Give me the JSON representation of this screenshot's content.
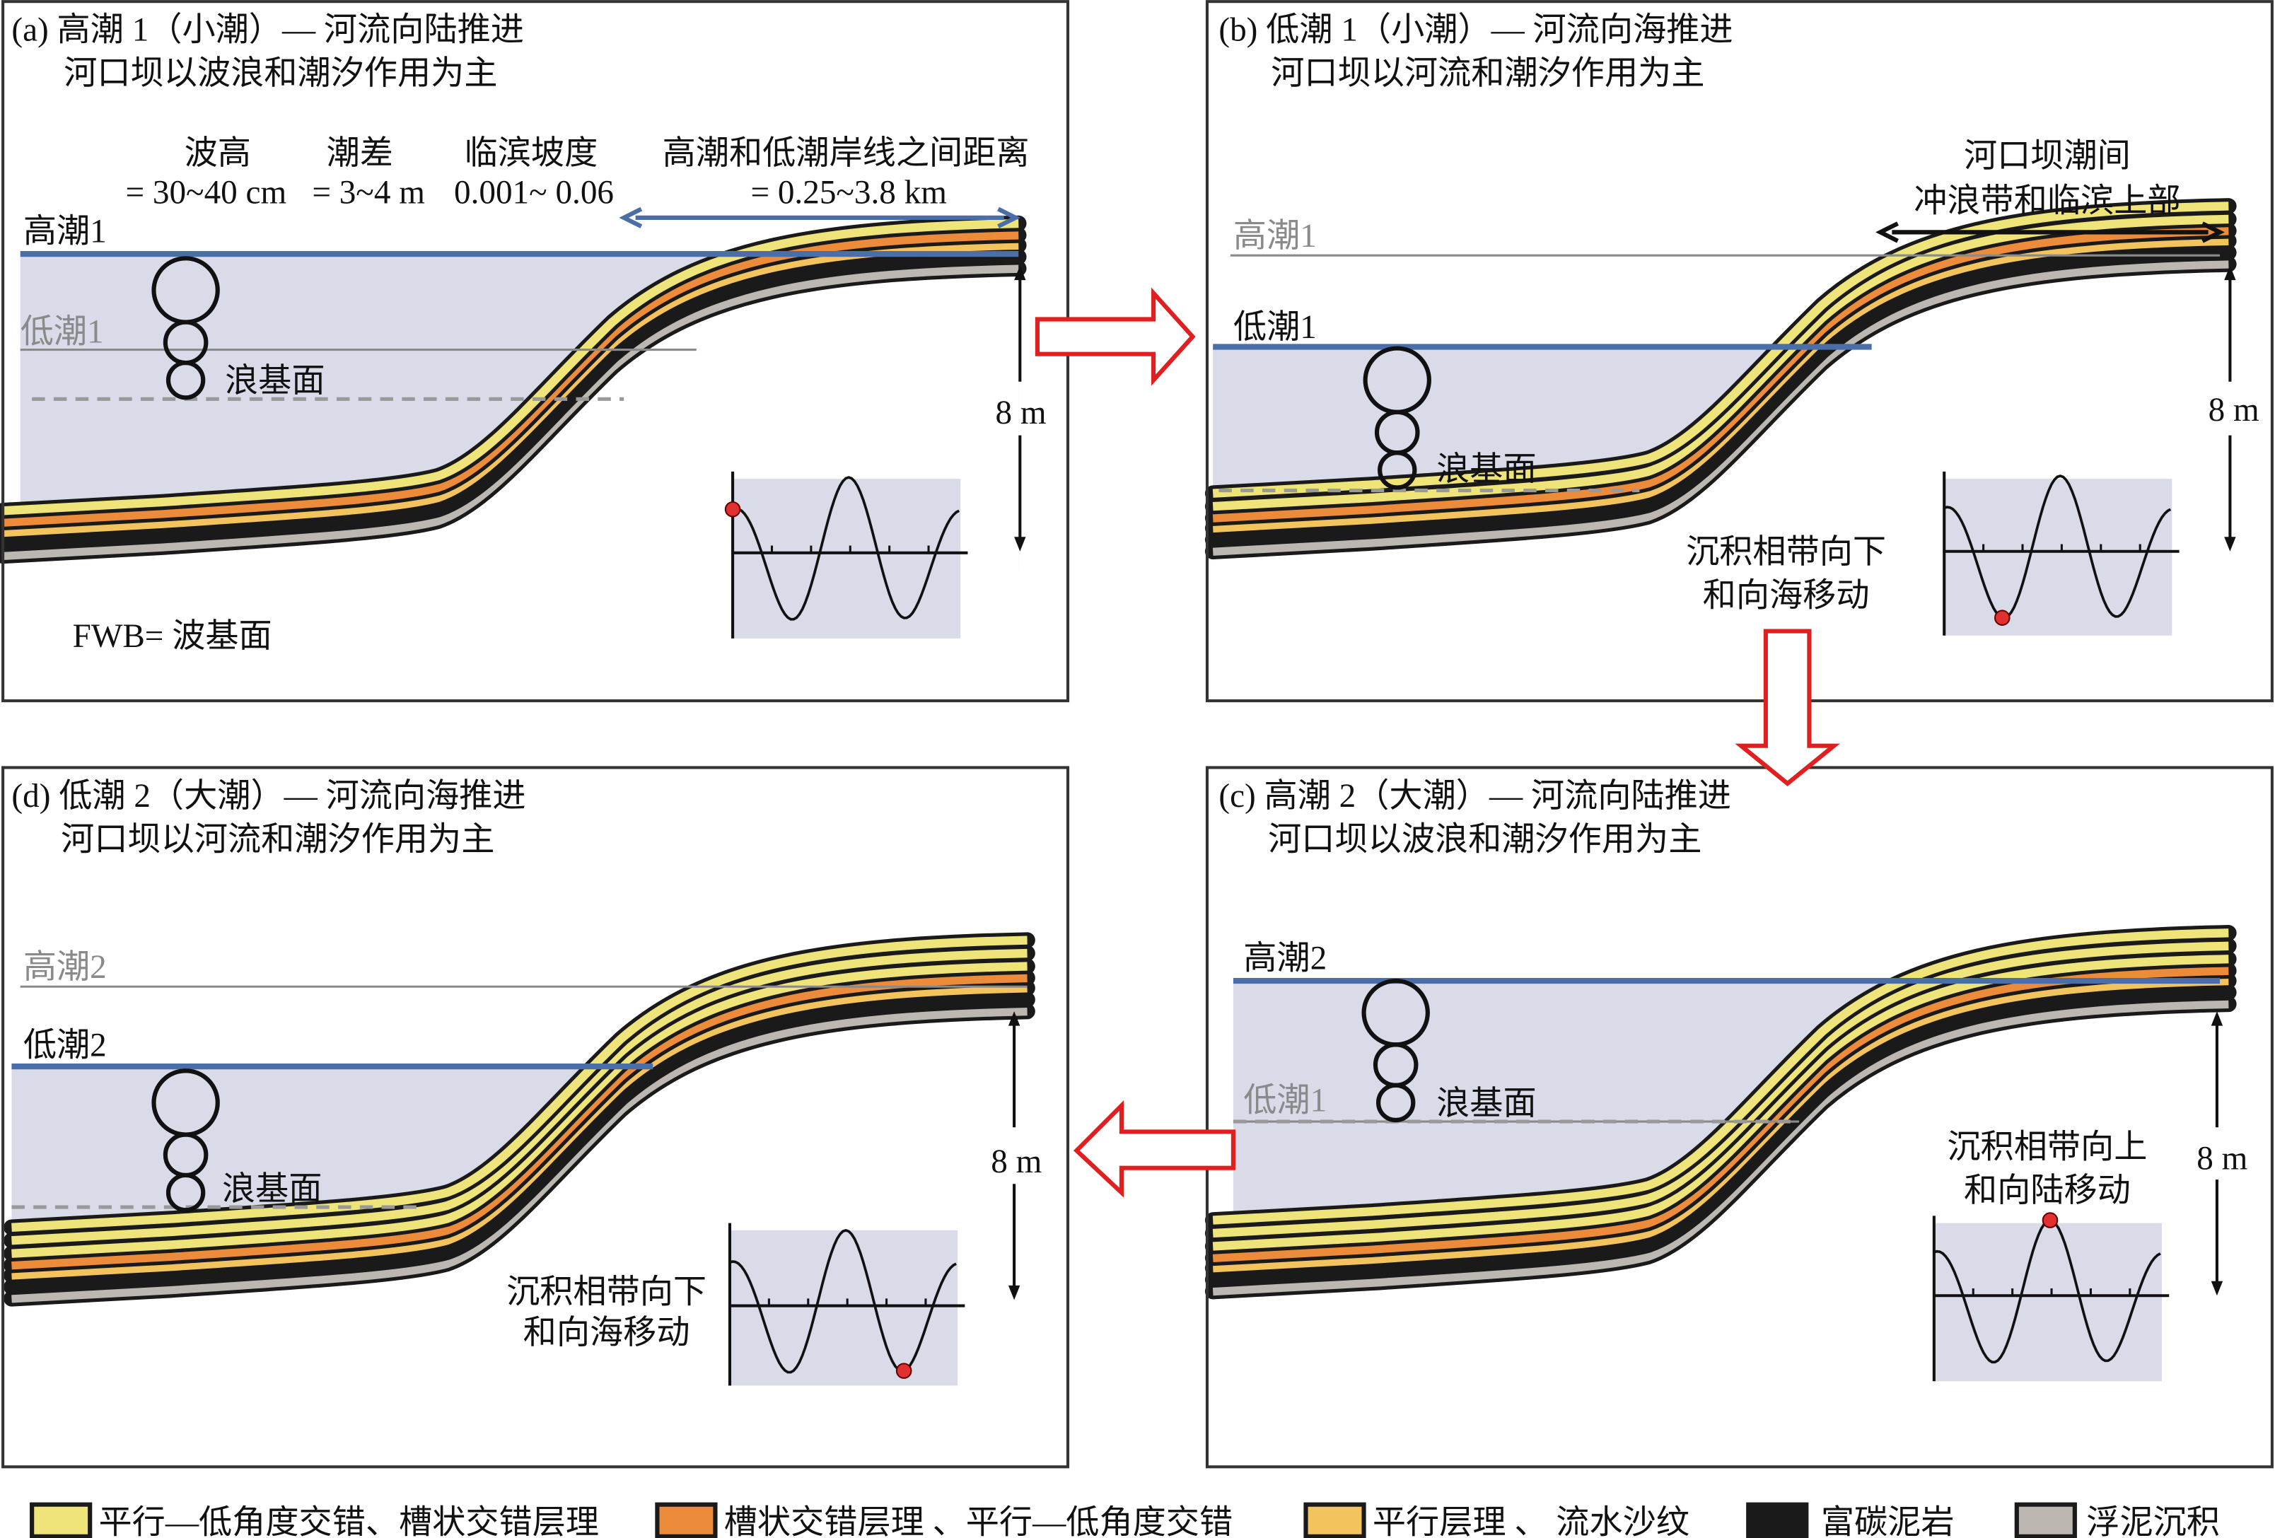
{
  "colors": {
    "water": "#d9dbe9",
    "high_tide_line": "#4a6ea8",
    "grey_line": "#8a8a8a",
    "yellow": "#eee47a",
    "orange": "#ec8c3a",
    "light_orange": "#f3c35e",
    "black": "#1a1a1a",
    "mud": "#bcb7b1",
    "arrow_red": "#e02020",
    "dot_red": "#e03030"
  },
  "panel_a": {
    "title": "(a) 高潮 1（小潮）— 河流向陆推进",
    "subtitle": "河口坝以波浪和潮汐作用为主",
    "params": [
      {
        "label": "波高",
        "value": "= 30~40 cm"
      },
      {
        "label": "潮差",
        "value": "= 3~4 m"
      },
      {
        "label": "临滨坡度",
        "value": "0.001~ 0.06"
      },
      {
        "label": "高潮和低潮岸线之间距离",
        "value": "= 0.25~3.8 km"
      }
    ],
    "high_label": "高潮1",
    "low_label": "低潮1",
    "wave_base": "浪基面",
    "height": "8 m",
    "footnote": "FWB= 波基面"
  },
  "panel_b": {
    "title": "(b) 低潮 1（小潮）— 河流向海推进",
    "subtitle": "河口坝以河流和潮汐作用为主",
    "zone_line1": "河口坝潮间",
    "zone_line2": "冲浪带和临滨上部",
    "high_label": "高潮1",
    "low_label": "低潮1",
    "wave_base": "浪基面",
    "height": "8 m",
    "shift_line1": "沉积相带向下",
    "shift_line2": "和向海移动"
  },
  "panel_c": {
    "title": "(c) 高潮 2（大潮）— 河流向陆推进",
    "subtitle": "河口坝以波浪和潮汐作用为主",
    "high_label": "高潮2",
    "low_label": "低潮1",
    "wave_base": "浪基面",
    "height": "8 m",
    "shift_line1": "沉积相带向上",
    "shift_line2": "和向陆移动"
  },
  "panel_d": {
    "title": "(d) 低潮 2（大潮）— 河流向海推进",
    "subtitle": "河口坝以河流和潮汐作用为主",
    "high_label": "高潮2",
    "low_label": "低潮2",
    "wave_base": "浪基面",
    "height": "8 m",
    "shift_line1": "沉积相带向下",
    "shift_line2": "和向海移动"
  },
  "legend": [
    {
      "label": "平行—低角度交错、槽状交错层理",
      "color": "#eee47a"
    },
    {
      "label": "槽状交错层理 、平行—低角度交错",
      "color": "#ec8c3a"
    },
    {
      "label": "平行层理 、 流水沙纹",
      "color": "#f3c35e"
    },
    {
      "label": "富碳泥岩",
      "color": "#1a1a1a"
    },
    {
      "label": "浮泥沉积",
      "color": "#bcb7b1"
    }
  ]
}
